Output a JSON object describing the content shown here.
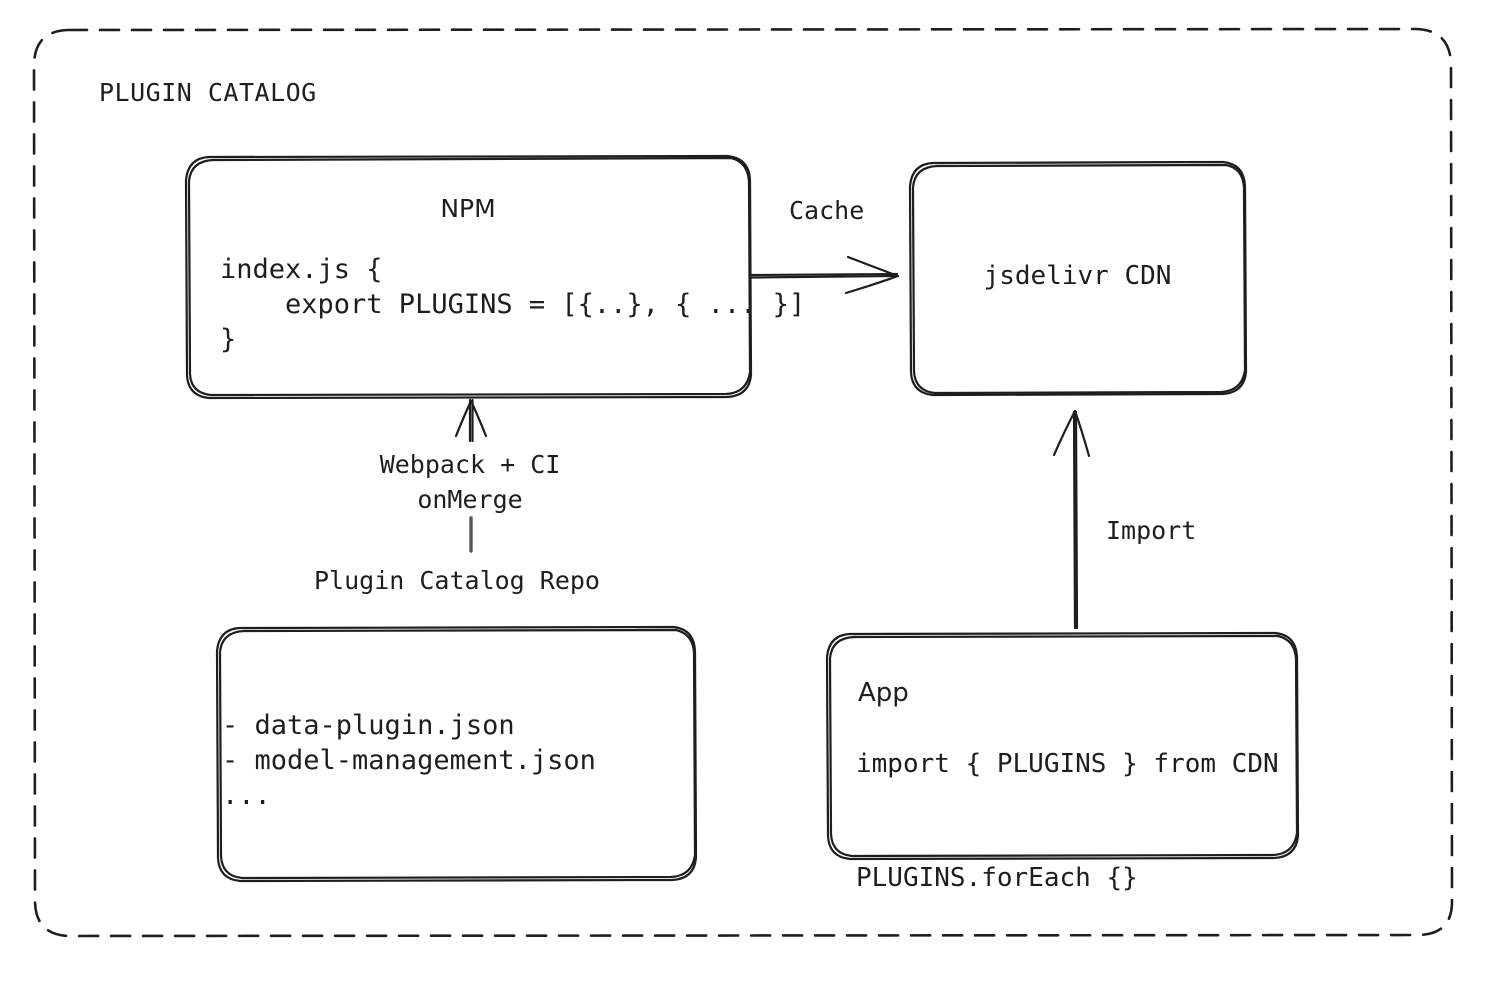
{
  "diagram": {
    "title": "PLUGIN CATALOG",
    "background": "#ffffff",
    "stroke": "#1e1e1e",
    "style": "hand-drawn"
  },
  "nodes": {
    "npm": {
      "title": "NPM",
      "code_lines": "index.js {\n    export PLUGINS = [{..}, { ... }]\n}"
    },
    "cdn": {
      "title": "jsdelivr CDN"
    },
    "repo": {
      "caption": "Plugin Catalog Repo",
      "file_lines": "- data-plugin.json\n- model-management.json\n..."
    },
    "app": {
      "title": "App",
      "code_lines": "import { PLUGINS } from CDN\n\nPLUGINS.forEach {}"
    }
  },
  "edges": {
    "npm_to_cdn": "Cache",
    "repo_to_npm": "Webpack + CI\nonMerge",
    "app_to_cdn": "Import"
  },
  "chart_data": {
    "type": "diagram",
    "title": "PLUGIN CATALOG",
    "nodes": [
      {
        "id": "npm",
        "label": "NPM",
        "body": "index.js {\n    export PLUGINS = [{..}, { ... }]\n}"
      },
      {
        "id": "cdn",
        "label": "jsdelivr CDN",
        "body": ""
      },
      {
        "id": "repo",
        "label": "Plugin Catalog Repo",
        "body": "- data-plugin.json\n- model-management.json\n..."
      },
      {
        "id": "app",
        "label": "App",
        "body": "import { PLUGINS } from CDN\n\nPLUGINS.forEach {}"
      }
    ],
    "edges": [
      {
        "from": "npm",
        "to": "cdn",
        "label": "Cache",
        "direction": "right"
      },
      {
        "from": "repo",
        "to": "npm",
        "label": "Webpack + CI onMerge",
        "direction": "up"
      },
      {
        "from": "app",
        "to": "cdn",
        "label": "Import",
        "direction": "up"
      }
    ]
  }
}
